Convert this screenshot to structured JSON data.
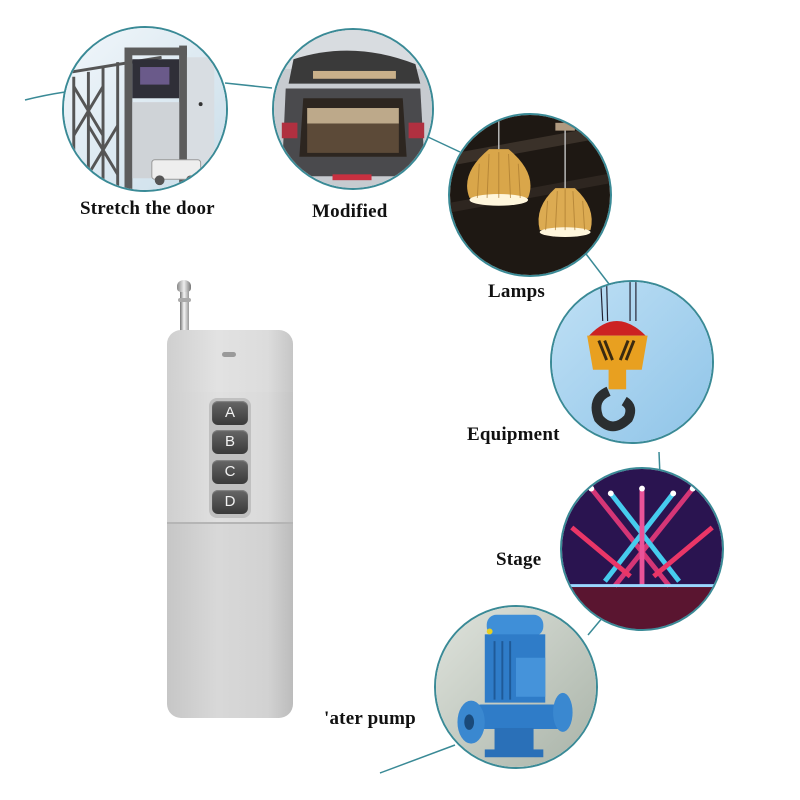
{
  "applications": [
    {
      "id": "stretch-door",
      "label": "Stretch the door",
      "scene": "retractable-gate"
    },
    {
      "id": "modified",
      "label": "Modified",
      "scene": "car-trunk"
    },
    {
      "id": "lamps",
      "label": "Lamps",
      "scene": "pendant-lamps"
    },
    {
      "id": "equipment",
      "label": "Equipment",
      "scene": "crane-hook"
    },
    {
      "id": "stage",
      "label": "Stage",
      "scene": "stage-lights"
    },
    {
      "id": "water-pump",
      "label": "'ater pump",
      "scene": "blue-pump"
    }
  ],
  "remote": {
    "buttons": [
      "A",
      "B",
      "C",
      "D"
    ],
    "color": "#d8d8d8",
    "button_color": "#444444"
  },
  "colors": {
    "connector": "#3a8a96",
    "label": "#111111",
    "background": "#ffffff"
  }
}
